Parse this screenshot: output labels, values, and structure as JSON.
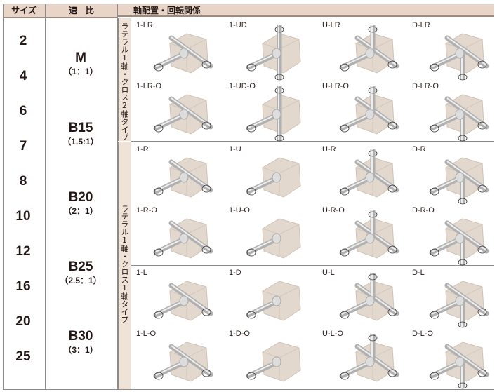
{
  "header": {
    "size_label": "サイズ",
    "ratio_label": "速　比",
    "arrangement_label": "軸配置・回転関係"
  },
  "sizes": [
    "2",
    "4",
    "6",
    "7",
    "8",
    "10",
    "12",
    "16",
    "20",
    "25"
  ],
  "ratios": [
    {
      "name": "M",
      "value": "（1：1）"
    },
    {
      "name": "B15",
      "value": "（1.5:1）"
    },
    {
      "name": "B20",
      "value": "（2：1）"
    },
    {
      "name": "B25",
      "value": "（2.5：1）"
    },
    {
      "name": "B30",
      "value": "（3：1）"
    }
  ],
  "groups": [
    {
      "label": "ラテラル1軸・クロス2軸タイプ",
      "rows": [
        [
          "1-LR",
          "1-UD",
          "U-LR",
          "D-LR"
        ],
        [
          "1-LR-O",
          "1-UD-O",
          "U-LR-O",
          "D-LR-O"
        ]
      ]
    },
    {
      "label": "ラテラル1軸・クロス1軸タイプ",
      "rows": [
        [
          "1-R",
          "1-U",
          "U-R",
          "D-R"
        ],
        [
          "1-R-O",
          "1-U-O",
          "U-R-O",
          "D-R-O"
        ],
        [
          "1-L",
          "1-D",
          "U-L",
          "D-L"
        ],
        [
          "1-L-O",
          "1-D-O",
          "U-L-O",
          "D-L-O"
        ]
      ]
    }
  ],
  "colors": {
    "header_bg": "#e8d5c7",
    "tab_bg": "#efe2d7",
    "housing": "#e3d8cd",
    "shaft": "#c9c9c9"
  }
}
